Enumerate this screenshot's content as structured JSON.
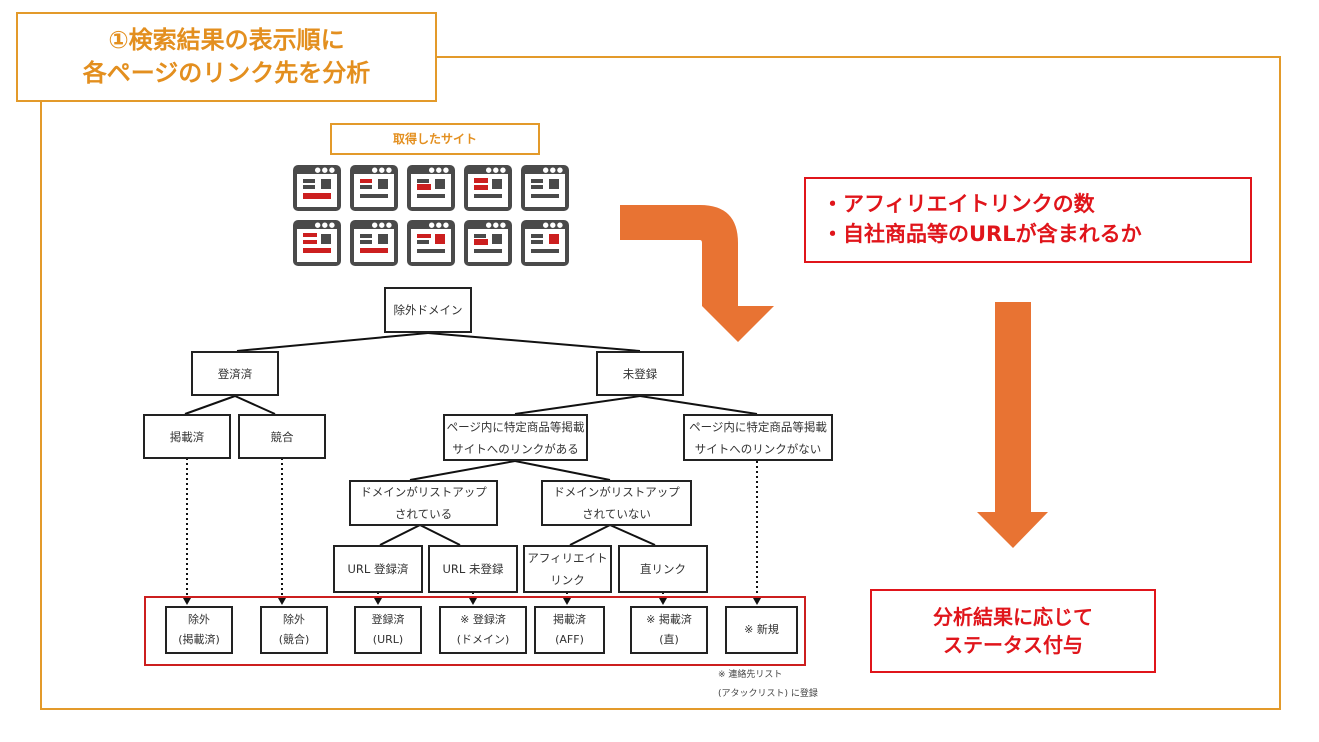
{
  "title": "①検索結果の表示順に\n各ページのリンク先を分析",
  "sites_label": "取得したサイト",
  "sites": [
    {
      "variant": "bottom-red"
    },
    {
      "variant": "top-red"
    },
    {
      "variant": "mid-red"
    },
    {
      "variant": "two-red"
    },
    {
      "variant": "plain"
    },
    {
      "variant": "two-red-bottom"
    },
    {
      "variant": "bottom-red-long"
    },
    {
      "variant": "top-red-square"
    },
    {
      "variant": "mid-red"
    },
    {
      "variant": "square-red"
    }
  ],
  "analysis_points": "・アフィリエイトリンクの数\n・自社商品等のURLが含まれるか",
  "status_box": "分析結果に応じて\nステータス付与",
  "tree": {
    "root": "除外ドメイン",
    "registered": "登済済",
    "unregistered": "未登録",
    "published": "掲載済",
    "competitor": "競合",
    "has_link": "ページ内に特定商品等掲載\nサイトへのリンクがある",
    "no_link": "ページ内に特定商品等掲載\nサイトへのリンクがない",
    "domain_listed": "ドメインがリストアップ\nされている",
    "domain_not_listed": "ドメインがリストアップ\nされていない",
    "url_registered": "URL 登録済",
    "url_unregistered": "URL 未登録",
    "affiliate_link": "アフィリエイト\nリンク",
    "direct_link": "直リンク"
  },
  "statuses": [
    "除外\n(掲載済)",
    "除外\n(競合)",
    "登録済\n(URL)",
    "※ 登録済\n(ドメイン)",
    "掲載済\n(AFF)",
    "※ 掲載済\n(直)",
    "※ 新規"
  ],
  "footnote": "※ 連絡先リスト\n(アタックリスト) に登録",
  "colors": {
    "frame_orange": "#e39a2a",
    "arrow_orange": "#e87333",
    "alert_red": "#e0151b",
    "icon_gray": "#4a4a4a"
  }
}
